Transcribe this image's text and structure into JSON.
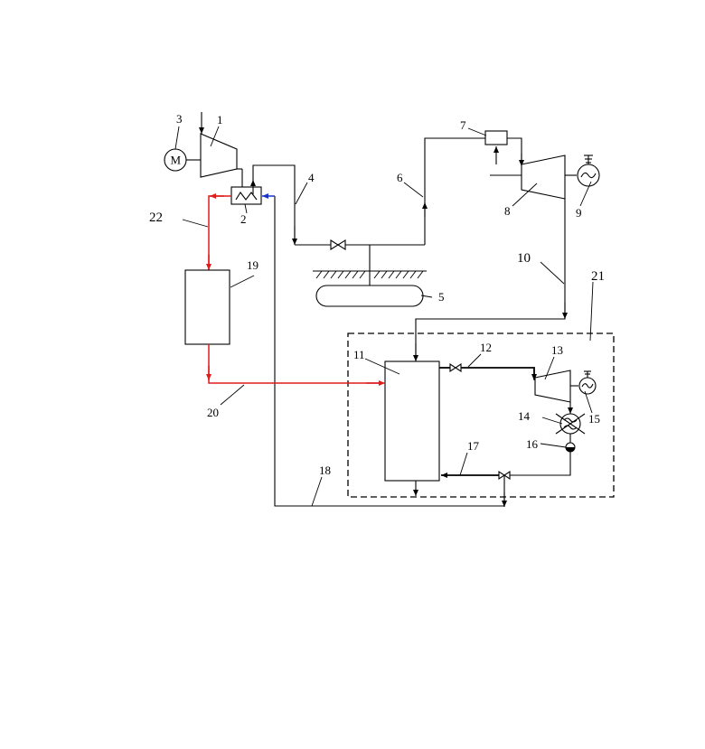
{
  "colors": {
    "line": "#000000",
    "hot_stream": "#e01b1b",
    "cold_stream": "#1a33c8",
    "background": "#ffffff"
  },
  "labels": {
    "n1": "1",
    "n2": "2",
    "n3": "3",
    "n4": "4",
    "n5": "5",
    "n6": "6",
    "n7": "7",
    "n8": "8",
    "n9": "9",
    "n10": "10",
    "n11": "11",
    "n12": "12",
    "n13": "13",
    "n14": "14",
    "n15": "15",
    "n16": "16",
    "n17": "17",
    "n18": "18",
    "n19": "19",
    "n20": "20",
    "n21": "21",
    "n22": "22"
  },
  "motor_symbol": "M",
  "icons": {
    "motor": "motor-circle-icon",
    "compressor": "compressor-trapezoid-icon",
    "heat_exchanger": "heat-exchanger-icon",
    "valve": "gate-valve-icon",
    "storage": "storage-cavern-icon",
    "combustor": "combustor-box-icon",
    "turbine": "turbine-trapezoid-icon",
    "generator": "generator-ac-icon",
    "ground": "ground-hatch-icon",
    "condenser": "condenser-icon",
    "pump": "pump-icon"
  }
}
